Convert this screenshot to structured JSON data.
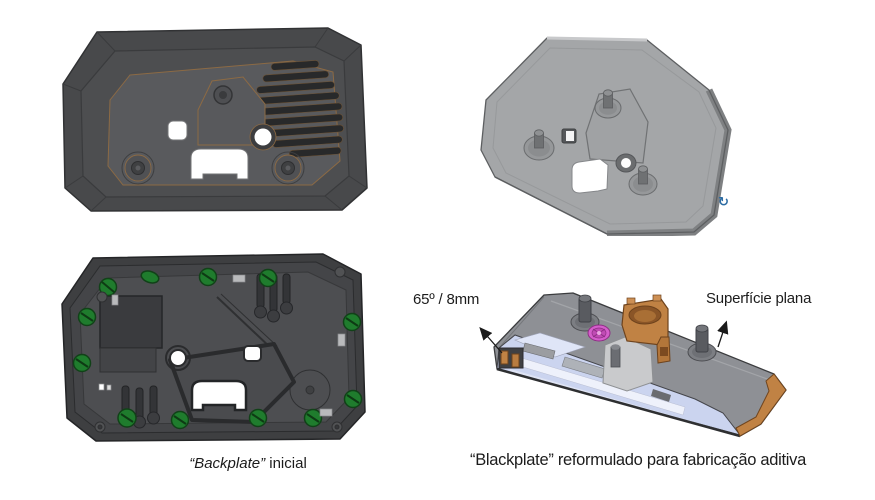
{
  "figure": {
    "type": "cad-comparison-figure",
    "captions": {
      "left_italic": "“Backplate”",
      "left_rest": " inicial",
      "right": "“Blackplate” reformulado para fabricação aditiva"
    },
    "annotations": {
      "angle": "65º / 8mm",
      "surface": "Superfície plana"
    },
    "icons": {
      "rotate_cursor": "↻"
    },
    "colors": {
      "background": "#ffffff",
      "text": "#1c1c1c",
      "housing_dark_gray": "#48494b",
      "housing_face_gray": "#595a5d",
      "outline_orange": "#8c6a44",
      "screw_green": "#1f7c2d",
      "plate_light_gray": "#a4a6a8",
      "body_gray": "#8e9095",
      "interior_lavender": "#cbd4ef",
      "copper_orange": "#c08244",
      "knob_pink": "#d55ecb",
      "rotate_icon_blue": "#2d6ca3"
    }
  }
}
